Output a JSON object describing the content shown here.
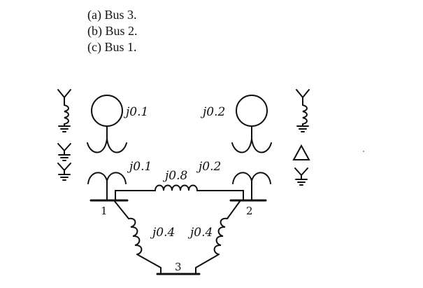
{
  "options": [
    {
      "label": "(a) Bus 3."
    },
    {
      "label": "(b) Bus 2."
    },
    {
      "label": "(c) Bus 1."
    }
  ],
  "diagram": {
    "gen1_reactance": "j0.1",
    "gen2_reactance": "j0.2",
    "tx1_reactance": "j0.1",
    "tx2_reactance": "j0.2",
    "line12_reactance": "j0.8",
    "line13_reactance": "j0.4",
    "line23_reactance": "j0.4",
    "bus1": "1",
    "bus2": "2",
    "bus3": "3"
  }
}
